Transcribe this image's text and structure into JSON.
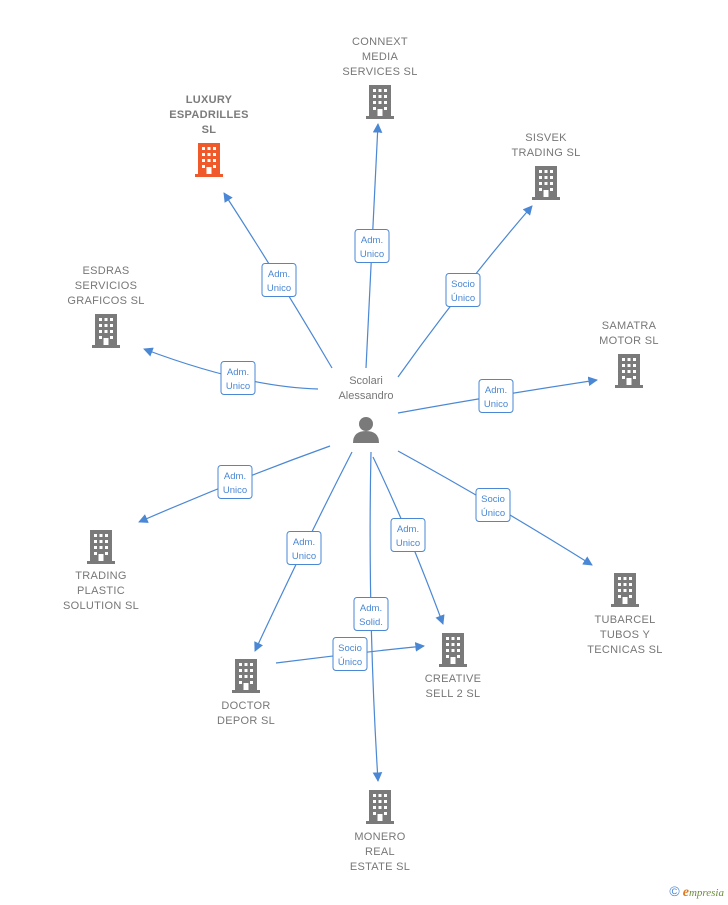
{
  "center": {
    "label_lines": [
      "Scolari",
      "Alessandro"
    ],
    "icon": "person-icon"
  },
  "colors": {
    "edge": "#4a87d4",
    "building": "#7a7a7a",
    "building_highlight": "#f0592a",
    "label": "#777777"
  },
  "nodes": [
    {
      "id": "luxury",
      "label_lines": [
        "LUXURY",
        "ESPADRILLES",
        "SL"
      ],
      "highlight": true,
      "icon": "building-icon"
    },
    {
      "id": "connext",
      "label_lines": [
        "CONNEXT",
        "MEDIA",
        "SERVICES  SL"
      ],
      "icon": "building-icon"
    },
    {
      "id": "sisvek",
      "label_lines": [
        "SISVEK",
        "TRADING  SL"
      ],
      "icon": "building-icon"
    },
    {
      "id": "esdras",
      "label_lines": [
        "ESDRAS",
        "SERVICIOS",
        "GRAFICOS  SL"
      ],
      "icon": "building-icon"
    },
    {
      "id": "samatra",
      "label_lines": [
        "SAMATRA",
        "MOTOR  SL"
      ],
      "icon": "building-icon"
    },
    {
      "id": "trading",
      "label_lines": [
        "TRADING",
        "PLASTIC",
        "SOLUTION  SL"
      ],
      "icon": "building-icon"
    },
    {
      "id": "tubarcel",
      "label_lines": [
        "TUBARCEL",
        "TUBOS Y",
        "TECNICAS  SL"
      ],
      "icon": "building-icon"
    },
    {
      "id": "creative",
      "label_lines": [
        "CREATIVE",
        "SELL 2  SL"
      ],
      "icon": "building-icon"
    },
    {
      "id": "doctor",
      "label_lines": [
        "DOCTOR",
        "DEPOR  SL"
      ],
      "icon": "building-icon"
    },
    {
      "id": "monero",
      "label_lines": [
        "MONERO",
        "REAL",
        "ESTATE  SL"
      ],
      "icon": "building-icon"
    }
  ],
  "edges": [
    {
      "from": "center",
      "to": "luxury",
      "label_lines": [
        "Adm.",
        "Unico"
      ]
    },
    {
      "from": "center",
      "to": "connext",
      "label_lines": [
        "Adm.",
        "Unico"
      ]
    },
    {
      "from": "center",
      "to": "sisvek",
      "label_lines": [
        "Socio",
        "Único"
      ]
    },
    {
      "from": "center",
      "to": "esdras",
      "label_lines": [
        "Adm.",
        "Unico"
      ]
    },
    {
      "from": "center",
      "to": "samatra",
      "label_lines": [
        "Adm.",
        "Unico"
      ]
    },
    {
      "from": "center",
      "to": "trading",
      "label_lines": [
        "Adm.",
        "Unico"
      ]
    },
    {
      "from": "center",
      "to": "tubarcel",
      "label_lines": [
        "Socio",
        "Único"
      ]
    },
    {
      "from": "center",
      "to": "creative",
      "label_lines": [
        "Adm.",
        "Unico"
      ]
    },
    {
      "from": "center",
      "to": "doctor",
      "label_lines": [
        "Adm.",
        "Unico"
      ]
    },
    {
      "from": "center",
      "to": "monero",
      "label_lines": [
        "Adm.",
        "Solid."
      ]
    },
    {
      "from": "doctor",
      "to": "creative",
      "label_lines": [
        "Socio",
        "Único"
      ]
    }
  ],
  "brand": {
    "copyright": "©",
    "name_initial": "e",
    "name_rest": "mpresia"
  }
}
